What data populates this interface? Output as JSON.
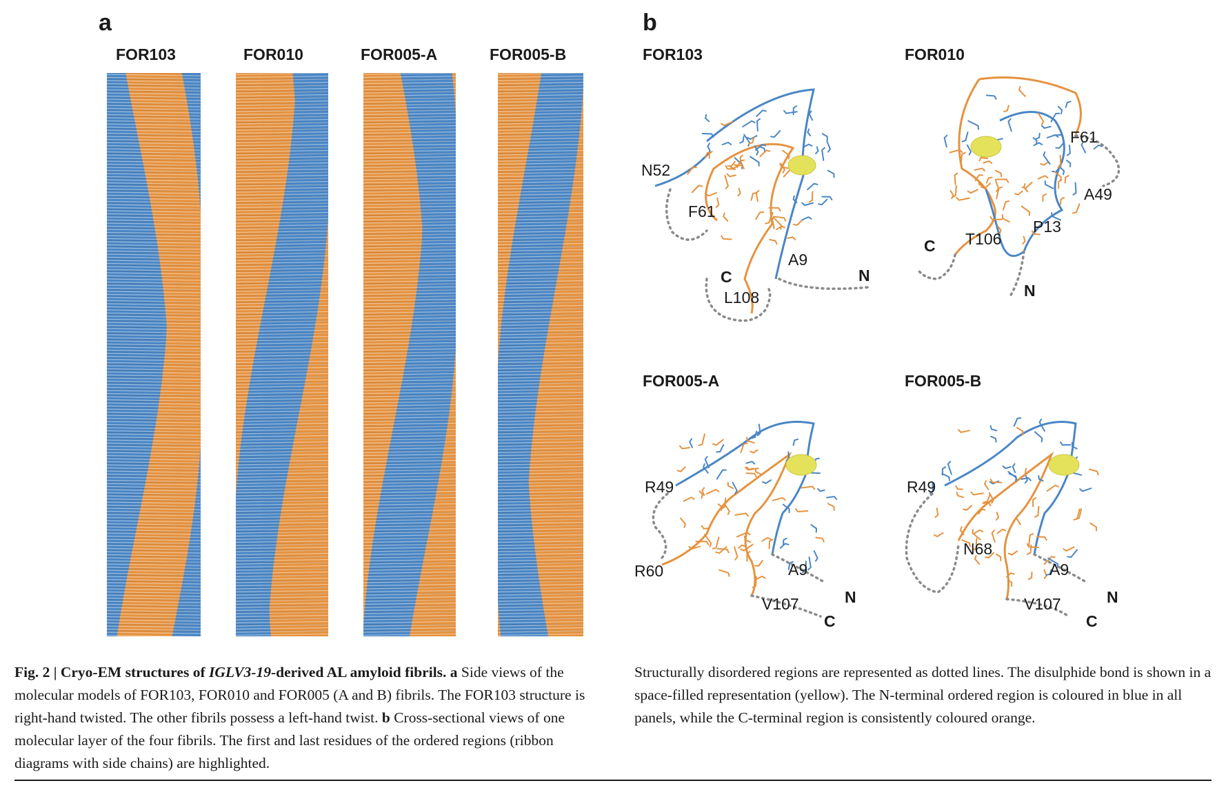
{
  "panel_a": {
    "letter": "a",
    "fibrils": [
      {
        "label": "FOR103",
        "twist": "right-hand"
      },
      {
        "label": "FOR010",
        "twist": "left-hand"
      },
      {
        "label": "FOR005-A",
        "twist": "left-hand"
      },
      {
        "label": "FOR005-B",
        "twist": "left-hand"
      }
    ]
  },
  "panel_b": {
    "letter": "b",
    "structures": [
      {
        "title": "FOR103",
        "residues": [
          "N52",
          "F61",
          "A9",
          "L108"
        ],
        "termini": [
          "N",
          "C"
        ]
      },
      {
        "title": "FOR010",
        "residues": [
          "F61",
          "A49",
          "P13",
          "T106"
        ],
        "termini": [
          "C",
          "N"
        ]
      },
      {
        "title": "FOR005-A",
        "residues": [
          "R49",
          "R60",
          "A9",
          "V107"
        ],
        "termini": [
          "N",
          "C"
        ]
      },
      {
        "title": "FOR005-B",
        "residues": [
          "R49",
          "N68",
          "A9",
          "V107"
        ],
        "termini": [
          "N",
          "C"
        ]
      }
    ]
  },
  "colors": {
    "n_terminal_blue": "#4a86c5",
    "c_terminal_orange": "#e5923f",
    "disulphide_yellow": "#e4e25a",
    "disordered_gray": "#8a8a8a"
  },
  "caption": {
    "fig_label": "Fig. 2 | Cryo-EM structures of ",
    "gene": "IGLV3-19",
    "title_rest": "-derived AL amyloid fibrils.",
    "a_letter": "a",
    "a_text": " Side views of the molecular models of FOR103, FOR010 and FOR005 (A and B) fibrils. The FOR103 structure is right-hand twisted. The other fibrils possess a left-hand twist.",
    "b_letter": "b",
    "b_text": " Cross-sectional views of one molecular layer of the four fibrils. The first and last residues of the ordered regions (ribbon diagrams with side chains) are highlighted.",
    "right_text": "Structurally disordered regions are represented as dotted lines. The disulphide bond is shown in a space-filled representation (yellow). The N-terminal ordered region is coloured in blue in all panels, while the C-terminal region is consistently coloured orange."
  }
}
